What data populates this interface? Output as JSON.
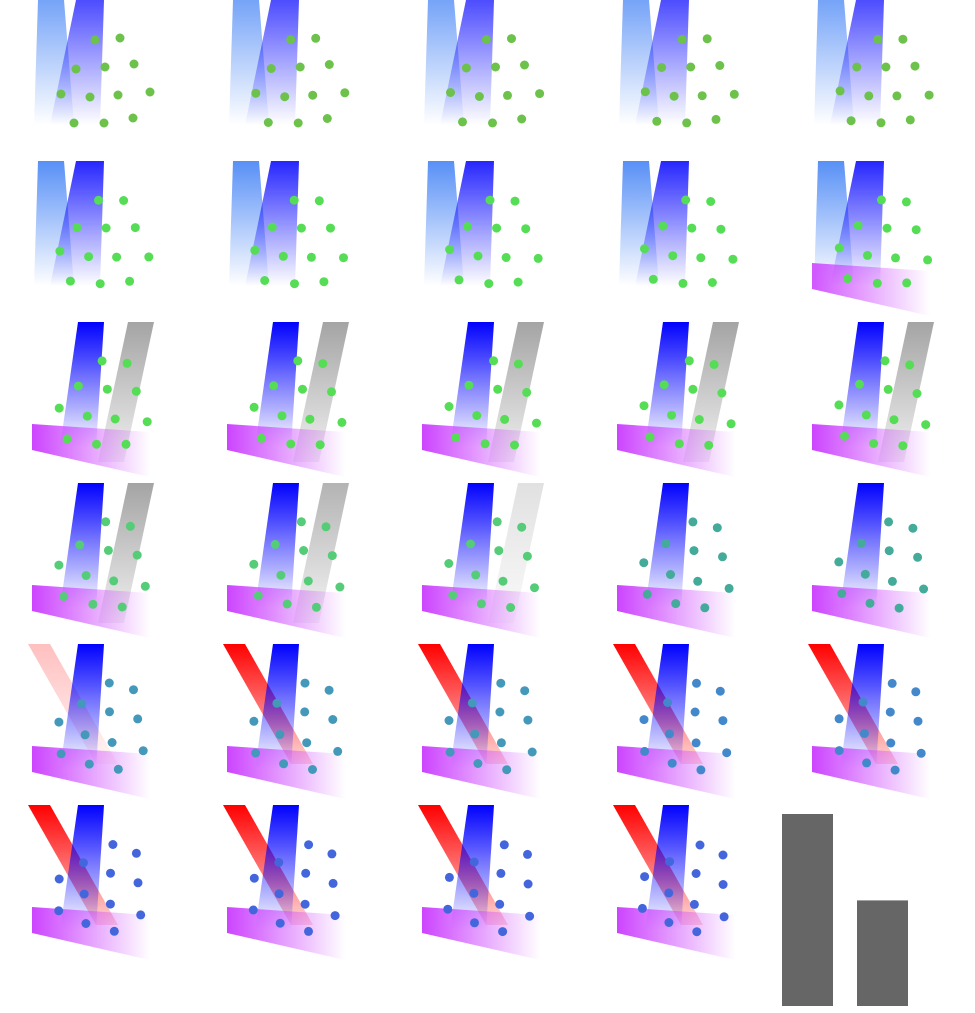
{
  "grid": {
    "rows": 6,
    "cols": 5,
    "tiles": 29
  },
  "colors": {
    "blue": "#0000ff",
    "blue_light": "#3a7cf5",
    "red": "#ff0000",
    "magenta": "#cc44ff",
    "gray_band": "#9a9a9a",
    "bar": "#666666",
    "dot_green": "#6cc24a",
    "dot_bright_green": "#55dd55",
    "dot_teal": "#44aa99",
    "dot_blue": "#4466dd"
  },
  "sequence": {
    "blue_band_alpha": [
      0.7,
      0.7,
      0.7,
      0.7,
      0.7,
      0.85,
      0.85,
      0.85,
      0.85,
      0.85,
      1,
      1,
      1,
      1,
      1,
      1,
      1,
      1,
      1,
      1,
      1,
      1,
      1,
      1,
      1,
      1,
      1,
      1,
      1
    ],
    "gray_band_alpha": [
      0,
      0,
      0,
      0,
      0,
      0,
      0,
      0,
      0,
      0,
      0.9,
      0.9,
      0.9,
      0.9,
      0.9,
      0.9,
      0.75,
      0.3,
      0,
      0,
      0,
      0,
      0,
      0,
      0,
      0,
      0,
      0,
      0
    ],
    "magenta_band_alpha": [
      0,
      0,
      0,
      0,
      0,
      0,
      0,
      0,
      0,
      0.9,
      1,
      1,
      1,
      1,
      1,
      1,
      1,
      1,
      1,
      1,
      1,
      1,
      1,
      1,
      1,
      1,
      1,
      1,
      1
    ],
    "red_band_alpha": [
      0,
      0,
      0,
      0,
      0,
      0,
      0,
      0,
      0,
      0,
      0,
      0,
      0,
      0,
      0,
      0,
      0,
      0,
      0,
      0,
      0.25,
      1,
      1,
      1,
      1,
      1,
      1,
      1,
      1
    ],
    "dot_color": [
      "#6cc24a",
      "#6cc24a",
      "#6cc24a",
      "#6cc24a",
      "#6cc24a",
      "#55dd55",
      "#55dd55",
      "#55dd55",
      "#55dd55",
      "#55dd55",
      "#55dd55",
      "#55dd55",
      "#55dd55",
      "#55dd55",
      "#55dd55",
      "#55cc77",
      "#55cc77",
      "#55cc77",
      "#44aa99",
      "#44aa99",
      "#4499bb",
      "#4499bb",
      "#4499bb",
      "#4488cc",
      "#4488cc",
      "#4466dd",
      "#4466dd",
      "#4466dd",
      "#4466dd"
    ],
    "dot_spin": [
      0,
      0.05,
      0.1,
      0.15,
      0.2,
      0.25,
      0.3,
      0.35,
      0.4,
      0.45,
      0.5,
      0.55,
      0.6,
      0.65,
      0.7,
      0.75,
      0.8,
      0.85,
      0.9,
      0.95,
      1.0,
      1.05,
      1.1,
      1.15,
      1.2,
      1.25,
      1.3,
      1.35,
      1.4
    ]
  },
  "bars": {
    "values": [
      1,
      0.55
    ]
  }
}
